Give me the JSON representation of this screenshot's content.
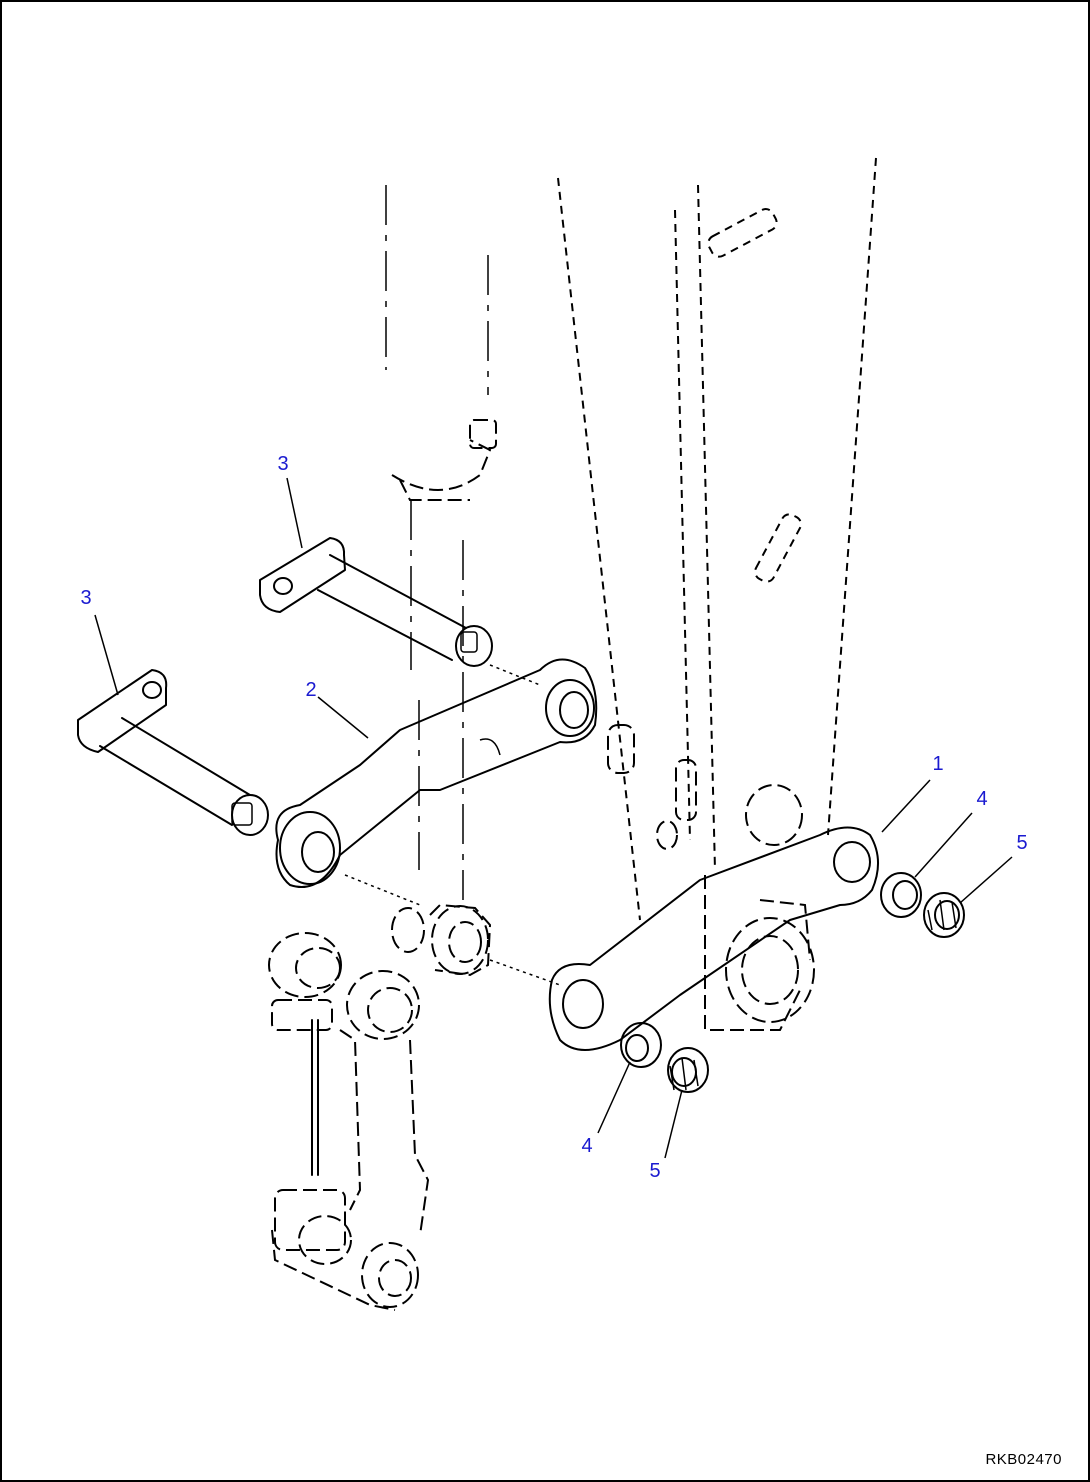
{
  "diagram": {
    "drawing_code": "RKB02470",
    "callout_color": "#1a1ad0",
    "callouts": [
      {
        "id": "link-1",
        "label": "1"
      },
      {
        "id": "link-2",
        "label": "2"
      },
      {
        "id": "pin-3-upper",
        "label": "3"
      },
      {
        "id": "pin-3-lower",
        "label": "3"
      },
      {
        "id": "washer-4-right",
        "label": "4"
      },
      {
        "id": "washer-4-lower",
        "label": "4"
      },
      {
        "id": "nut-5-right",
        "label": "5"
      },
      {
        "id": "nut-5-lower",
        "label": "5"
      }
    ]
  }
}
